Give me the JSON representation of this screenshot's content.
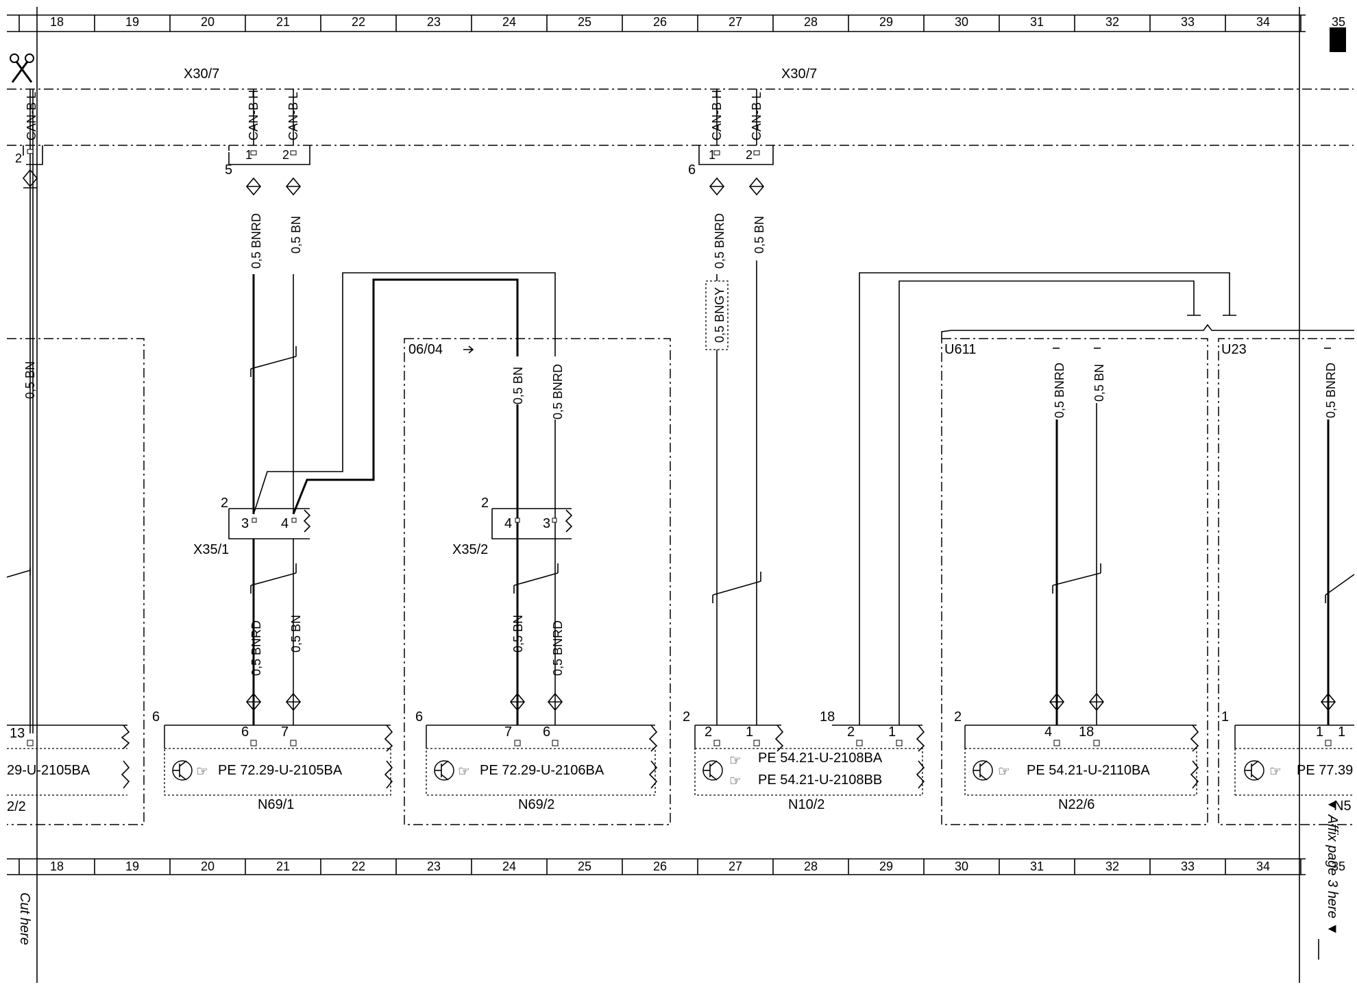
{
  "grid": {
    "numbers": [
      "18",
      "19",
      "20",
      "21",
      "22",
      "23",
      "24",
      "25",
      "26",
      "27",
      "28",
      "29",
      "30",
      "31",
      "32",
      "33",
      "34",
      "35"
    ]
  },
  "connectors": {
    "x30_7_left": "X30/7",
    "x30_7_right": "X30/7",
    "x35_1": "X35/1",
    "x35_2": "X35/2"
  },
  "signals": {
    "can_b_l": "CAN-B L",
    "can_b_h": "CAN-B H"
  },
  "wires": {
    "bnrd": "0,5 BNRD",
    "bn": "0,5 BN",
    "bngy": "0,5 BNGY"
  },
  "pins": {
    "p1": "1",
    "p2": "2",
    "p3": "3",
    "p4": "4",
    "p5": "5",
    "p6": "6",
    "p7": "7",
    "p13": "13",
    "p18": "18"
  },
  "components": {
    "left_partial": {
      "pe": "29-U-2105BA",
      "name": "2/2"
    },
    "n69_1": {
      "pe": "PE 72.29-U-2105BA",
      "name": "N69/1"
    },
    "n69_2": {
      "pe": "PE 72.29-U-2106BA",
      "name": "N69/2",
      "note": "06/04"
    },
    "n10_2": {
      "pe1": "PE 54.21-U-2108BA",
      "pe2": "PE 54.21-U-2108BB",
      "name": "N10/2"
    },
    "n22_6": {
      "pe": "PE 54.21-U-2110BA",
      "name": "N22/6",
      "variant": "U611"
    },
    "right_partial": {
      "pe": "PE 77.39",
      "name": "N5",
      "variant": "U23"
    }
  },
  "page": {
    "cut_here": "Cut here",
    "affix": "▼ Affix page 3 here ▼"
  }
}
